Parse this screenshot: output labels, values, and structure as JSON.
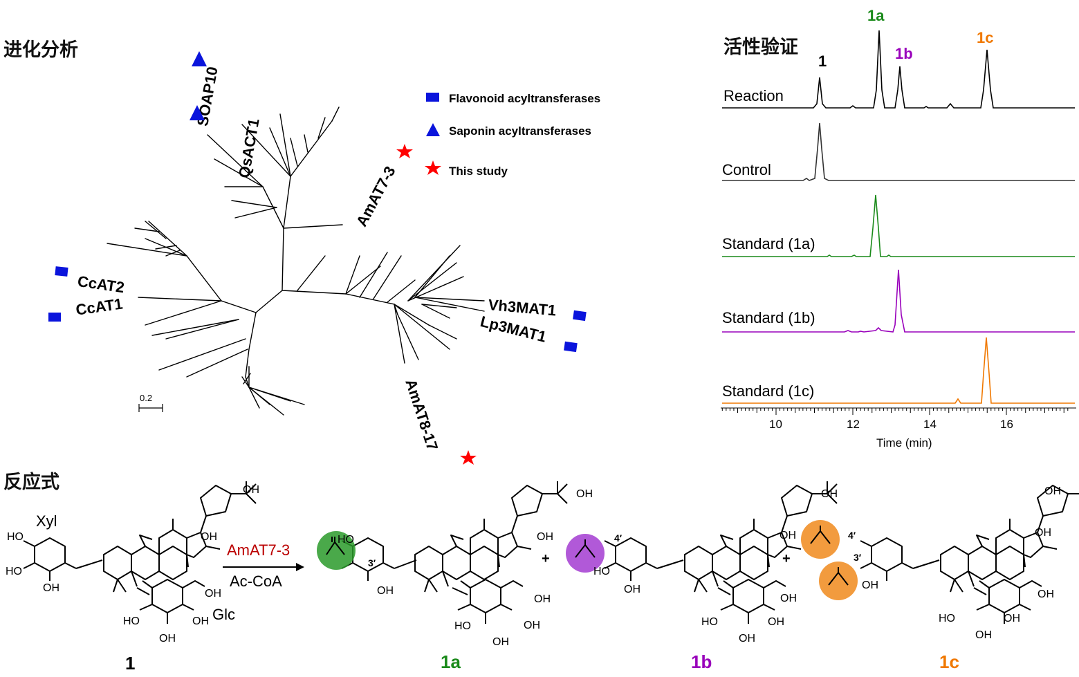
{
  "sections": {
    "evolution": "进化分析",
    "activity": "活性验证",
    "reaction": "反应式"
  },
  "tree": {
    "leaves": {
      "soap10": "SOAP10",
      "qsact1": "QsACT1",
      "amat73": "AmAT7-3",
      "ccat2": "CcAT2",
      "ccat1": "CcAT1",
      "vh3mat1": "Vh3MAT1",
      "lp3mat1": "Lp3MAT1",
      "amat817": "AmAT8-17"
    },
    "scale": "0.2"
  },
  "legend": {
    "flavonoid": "Flavonoid acyltransferases",
    "saponin": "Saponin acyltransferases",
    "study": "This study"
  },
  "chromatogram": {
    "traces": {
      "reaction": "Reaction",
      "control": "Control",
      "std1a": "Standard (1a)",
      "std1b": "Standard (1b)",
      "std1c": "Standard (1c)"
    },
    "peaks": {
      "p1": "1",
      "p1a": "1a",
      "p1b": "1b",
      "p1c": "1c"
    },
    "xaxis": {
      "label": "Time (min)",
      "ticks": [
        "10",
        "12",
        "14",
        "16"
      ]
    }
  },
  "scheme": {
    "enzyme": "AmAT7-3",
    "cofactor": "Ac-CoA",
    "sugar_xyl": "Xyl",
    "sugar_glc": "Glc",
    "oh": "OH",
    "ho": "HO",
    "pos3": "3′",
    "pos4": "4′",
    "plus": "+",
    "compounds": {
      "c1": "1",
      "c1a": "1a",
      "c1b": "1b",
      "c1c": "1c"
    }
  },
  "colors": {
    "green": "#1a8a1a",
    "purple": "#9900bb",
    "orange": "#f07800",
    "red": "#bb0000",
    "blue": "#0a14dc",
    "star": "#ff0000"
  }
}
